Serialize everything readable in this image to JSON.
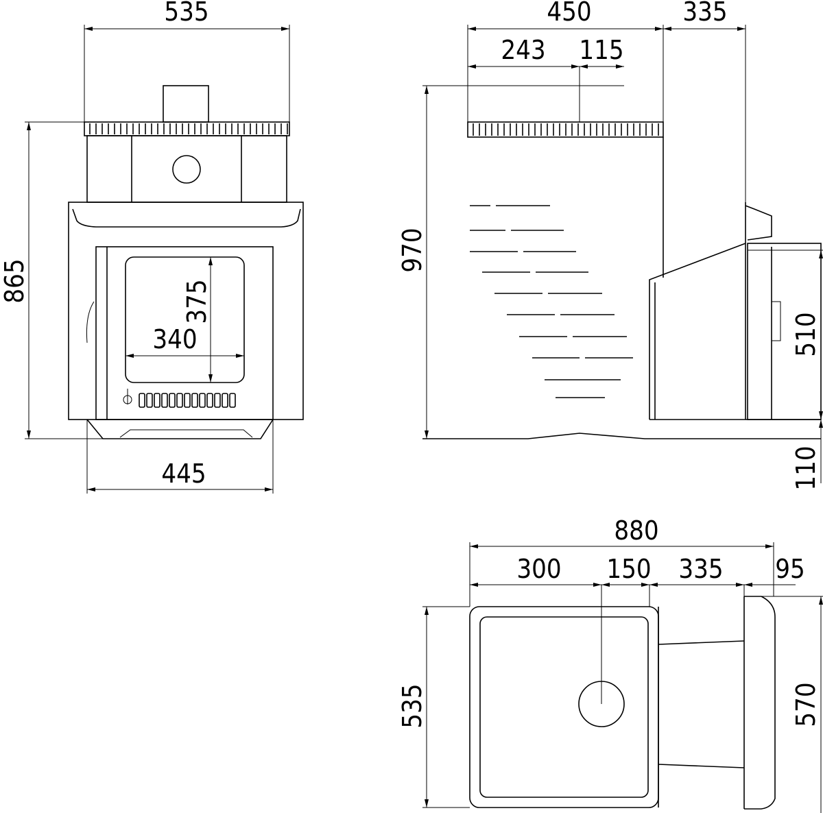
{
  "front_view": {
    "overall_width": "535",
    "overall_height": "865",
    "glass_height": "375",
    "glass_width": "340",
    "base_width": "445"
  },
  "side_view": {
    "stones_width": "450",
    "tank_width": "335",
    "chimney_offset": "243",
    "chimney_diameter": "115",
    "overall_height": "970",
    "tank_height": "510",
    "base_height": "110"
  },
  "top_view": {
    "overall_length": "880",
    "seg_1": "300",
    "seg_2": "150",
    "seg_3": "335",
    "seg_4": "95",
    "body_depth": "535",
    "tank_depth": "570"
  }
}
